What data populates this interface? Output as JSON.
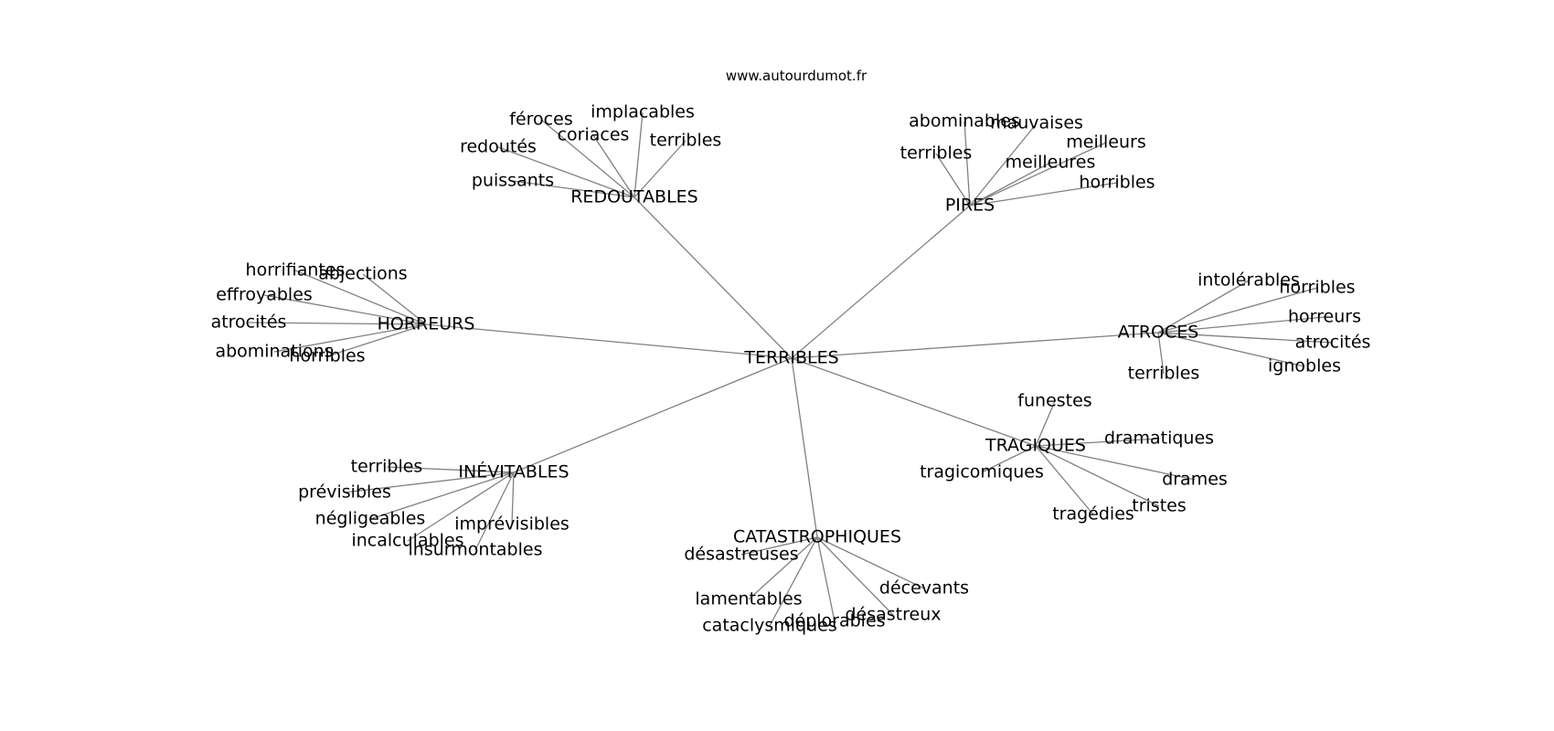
{
  "website": "www.autourdumot.fr",
  "colors": {
    "edge": "#808080",
    "text": "#000000",
    "background": "#ffffff"
  },
  "center": "TERRIBLES",
  "clusters": [
    {
      "hub": "REDOUTABLES",
      "leaves": [
        "féroces",
        "implacables",
        "coriaces",
        "terribles",
        "redoutés",
        "puissants"
      ]
    },
    {
      "hub": "PIRES",
      "leaves": [
        "abominables",
        "mauvaises",
        "meilleurs",
        "terribles",
        "meilleures",
        "horribles"
      ]
    },
    {
      "hub": "HORREURS",
      "leaves": [
        "horrifiantes",
        "abjections",
        "effroyables",
        "atrocités",
        "abominations",
        "horribles"
      ]
    },
    {
      "hub": "ATROCES",
      "leaves": [
        "intolérables",
        "horribles",
        "horreurs",
        "atrocités",
        "ignobles",
        "terribles"
      ]
    },
    {
      "hub": "TRAGIQUES",
      "leaves": [
        "funestes",
        "dramatiques",
        "tragicomiques",
        "drames",
        "tristes",
        "tragédies"
      ]
    },
    {
      "hub": "INÉVITABLES",
      "leaves": [
        "terribles",
        "prévisibles",
        "négligeables",
        "imprévisibles",
        "incalculables",
        "insurmontables"
      ]
    },
    {
      "hub": "CATASTROPHIQUES",
      "leaves": [
        "désastreuses",
        "décevants",
        "lamentables",
        "désastreux",
        "déplorables",
        "cataclysmiques"
      ]
    }
  ]
}
